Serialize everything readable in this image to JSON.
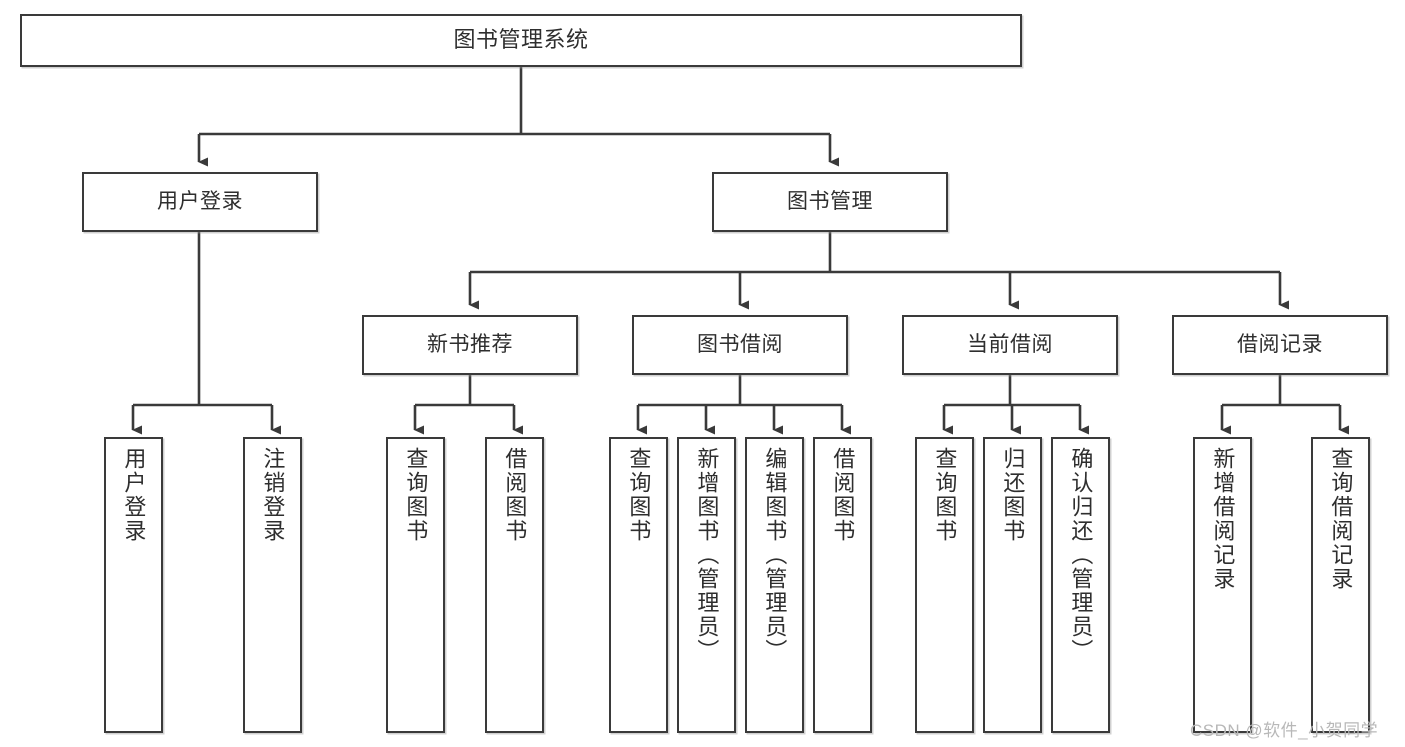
{
  "diagram": {
    "title": "图书管理系统",
    "type": "hierarchy-tree",
    "orientation": "top-down",
    "colors": {
      "box_border": "#3a3a3a",
      "box_fill": "#ffffff",
      "edge": "#3a3a3a",
      "text": "#2e2e2e",
      "watermark": "#b8b8b8",
      "background": "#ffffff"
    },
    "watermark": "CSDN @软件_小贺同学",
    "levels": [
      {
        "level": 1,
        "nodes": [
          {
            "id": "root",
            "label": "图书管理系统"
          }
        ]
      },
      {
        "level": 2,
        "nodes": [
          {
            "id": "user-login",
            "label": "用户登录"
          },
          {
            "id": "book-manage",
            "label": "图书管理"
          }
        ]
      },
      {
        "level": 3,
        "nodes": [
          {
            "id": "new-book-rec",
            "label": "新书推荐"
          },
          {
            "id": "book-borrow",
            "label": "图书借阅"
          },
          {
            "id": "current-borrow",
            "label": "当前借阅"
          },
          {
            "id": "borrow-record",
            "label": "借阅记录"
          }
        ]
      },
      {
        "level": 4,
        "nodes": [
          {
            "id": "leaf-user-login",
            "label": "用户登录",
            "parent": "user-login"
          },
          {
            "id": "leaf-logout",
            "label": "注销登录",
            "parent": "user-login"
          },
          {
            "id": "leaf-query-book-1",
            "label": "查询图书",
            "parent": "new-book-rec"
          },
          {
            "id": "leaf-borrow-book-1",
            "label": "借阅图书",
            "parent": "new-book-rec"
          },
          {
            "id": "leaf-query-book-2",
            "label": "查询图书",
            "parent": "book-borrow"
          },
          {
            "id": "leaf-add-book",
            "label": "新增图书（管理员）",
            "parent": "book-borrow"
          },
          {
            "id": "leaf-edit-book",
            "label": "编辑图书（管理员）",
            "parent": "book-borrow"
          },
          {
            "id": "leaf-borrow-book-2",
            "label": "借阅图书",
            "parent": "book-borrow"
          },
          {
            "id": "leaf-query-book-3",
            "label": "查询图书",
            "parent": "current-borrow"
          },
          {
            "id": "leaf-return-book",
            "label": "归还图书",
            "parent": "current-borrow"
          },
          {
            "id": "leaf-confirm-return",
            "label": "确认归还（管理员）",
            "parent": "current-borrow"
          },
          {
            "id": "leaf-add-record",
            "label": "新增借阅记录",
            "parent": "borrow-record"
          },
          {
            "id": "leaf-query-record",
            "label": "查询借阅记录",
            "parent": "borrow-record"
          }
        ]
      }
    ]
  }
}
